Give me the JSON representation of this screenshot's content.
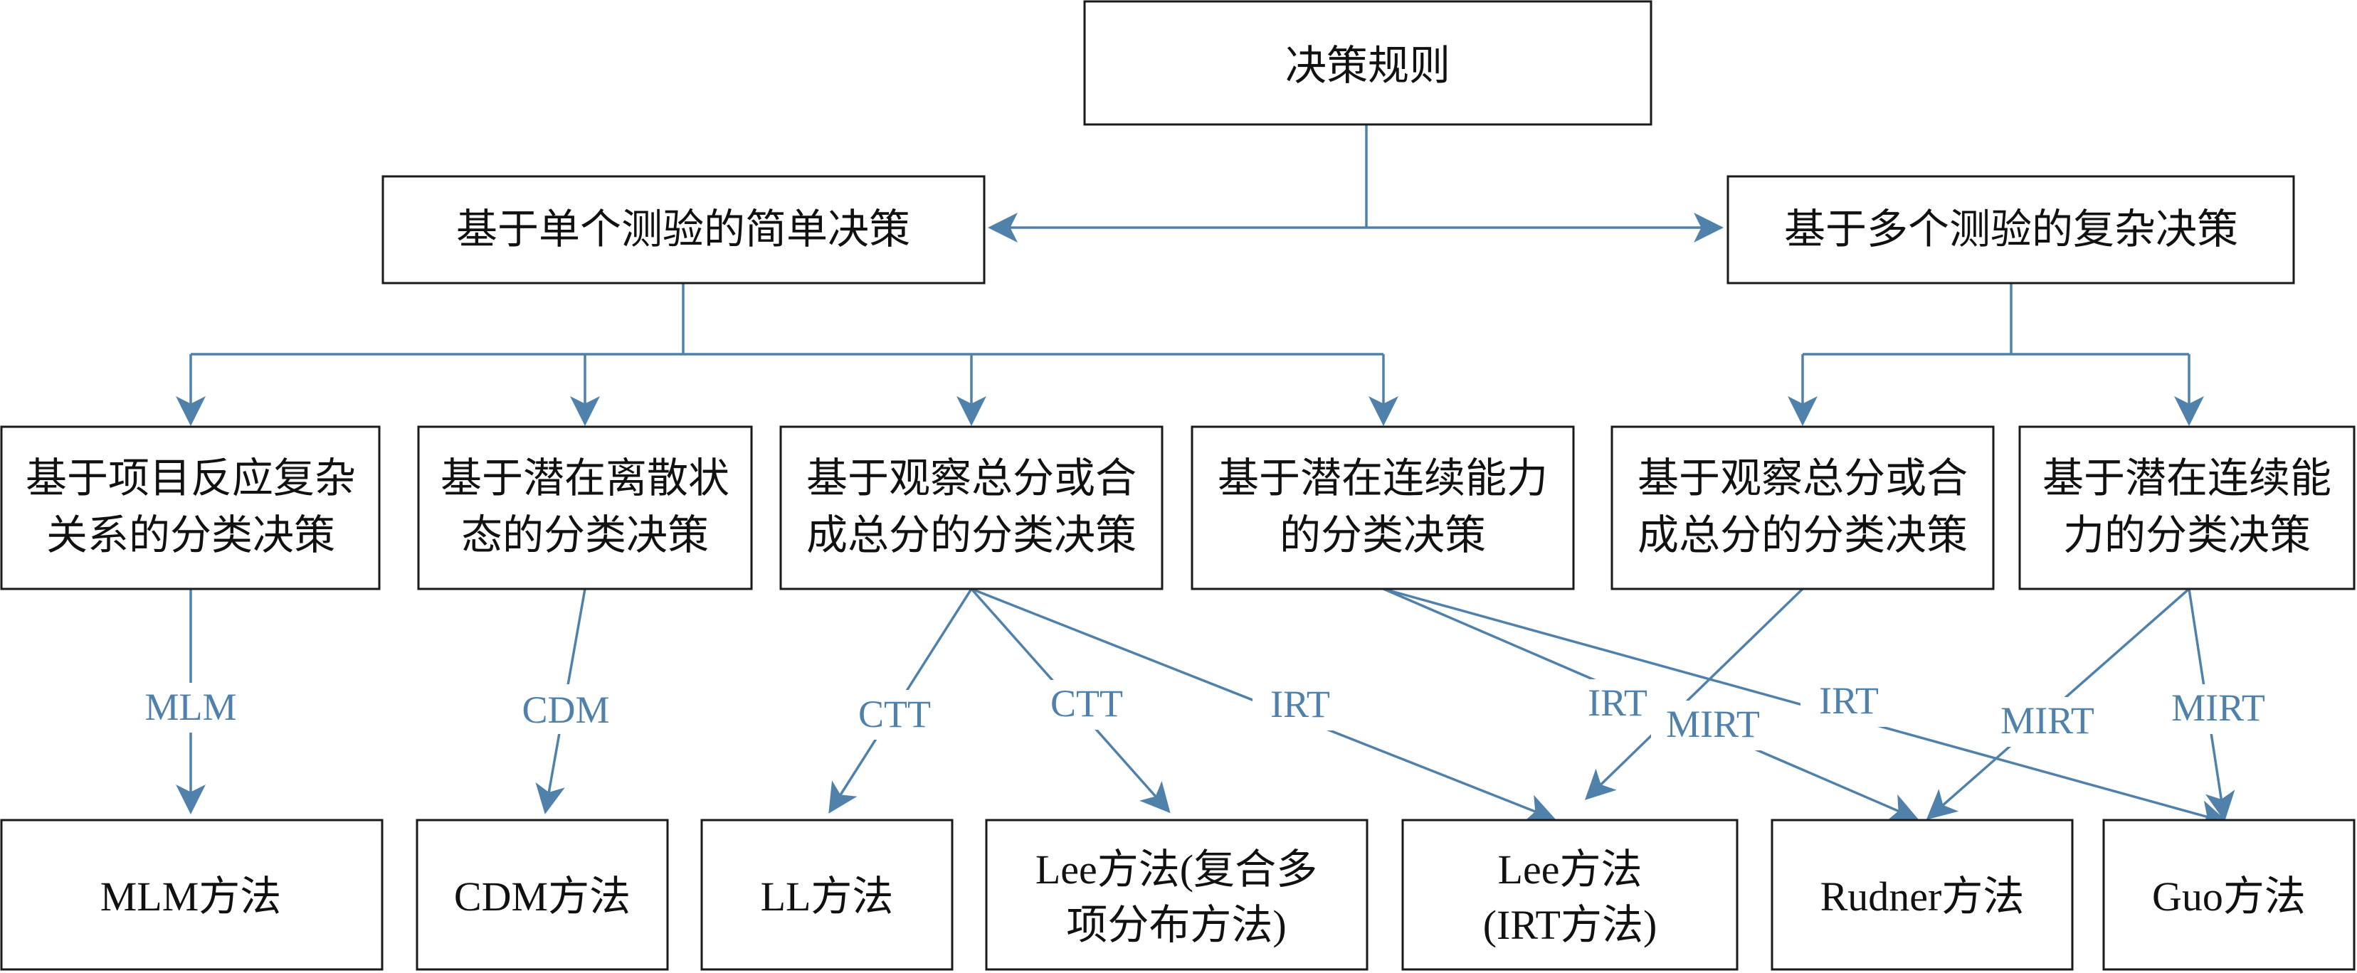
{
  "diagram": {
    "root": "决策规则",
    "level1": {
      "single": "基于单个测验的简单决策",
      "multiple": "基于多个测验的复杂决策"
    },
    "level2": [
      [
        "基于项目反应复杂",
        "关系的分类决策"
      ],
      [
        "基于潜在离散状",
        "态的分类决策"
      ],
      [
        "基于观察总分或合",
        "成总分的分类决策"
      ],
      [
        "基于潜在连续能力",
        "的分类决策"
      ],
      [
        "基于观察总分或合",
        "成总分的分类决策"
      ],
      [
        "基于潜在连续能",
        "力的分类决策"
      ]
    ],
    "methods": [
      [
        "MLM方法"
      ],
      [
        "CDM方法"
      ],
      [
        "LL方法"
      ],
      [
        "Lee方法(复合多",
        "项分布方法)"
      ],
      [
        "Lee方法",
        "(IRT方法)"
      ],
      [
        "Rudner方法"
      ],
      [
        "Guo方法"
      ]
    ],
    "edge_labels": {
      "mlm": "MLM",
      "cdm": "CDM",
      "ctt_ll": "CTT",
      "ctt_lee": "CTT",
      "irt_obs_single": "IRT",
      "irt_cont_single_lee": "IRT",
      "mirt_obs_multi": "MIRT",
      "irt_cont_single_guo": "IRT",
      "mirt_cont_multi_rudner": "MIRT",
      "mirt_cont_multi_guo": "MIRT"
    },
    "colors": {
      "edge": "#4f81ab",
      "box_border": "#1a1a1a",
      "text": "#111111"
    }
  }
}
